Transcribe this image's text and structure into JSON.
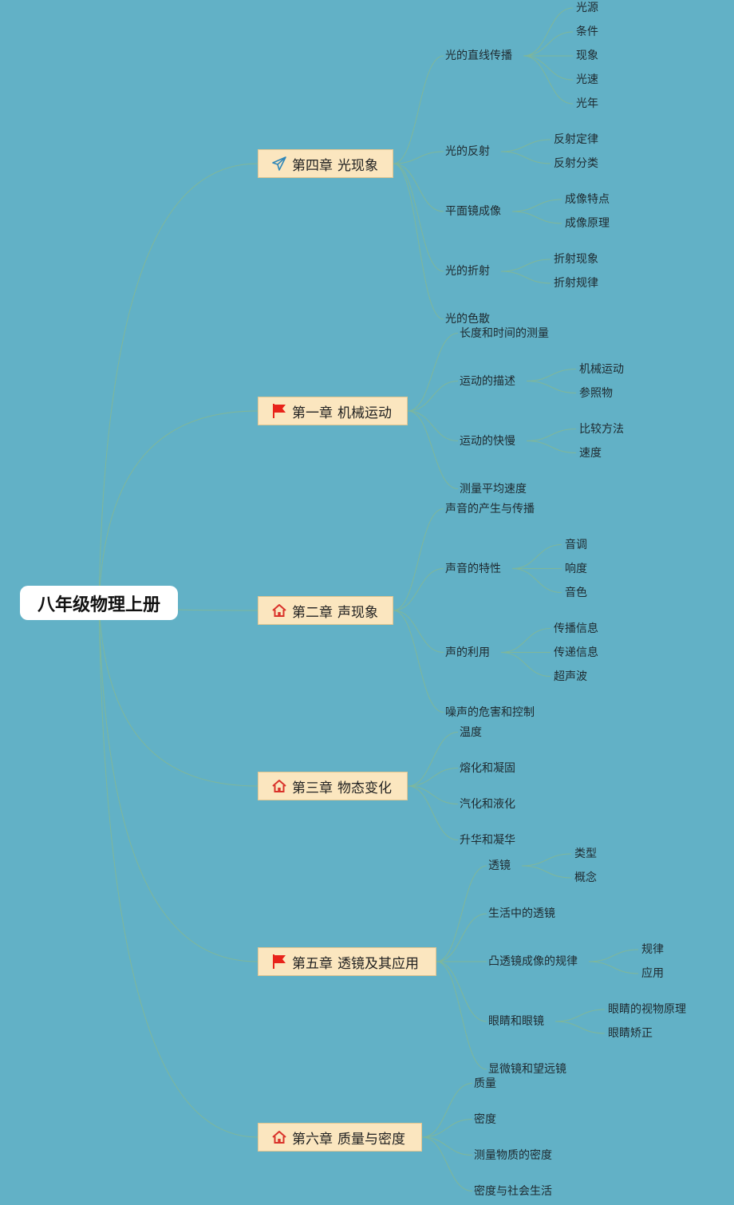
{
  "root": {
    "title": "八年级物理上册"
  },
  "chapters": [
    {
      "icon": "paper-plane-icon",
      "number": "第四章",
      "name": "光现象",
      "topics": [
        {
          "label": "光的直线传播",
          "children": [
            "光源",
            "条件",
            "现象",
            "光速",
            "光年"
          ]
        },
        {
          "label": "光的反射",
          "children": [
            "反射定律",
            "反射分类"
          ]
        },
        {
          "label": "平面镜成像",
          "children": [
            "成像特点",
            "成像原理"
          ]
        },
        {
          "label": "光的折射",
          "children": [
            "折射现象",
            "折射规律"
          ]
        },
        {
          "label": "光的色散",
          "children": []
        }
      ]
    },
    {
      "icon": "red-flag-icon",
      "number": "第一章",
      "name": "机械运动",
      "topics": [
        {
          "label": "长度和时间的测量",
          "children": []
        },
        {
          "label": "运动的描述",
          "children": [
            "机械运动",
            "参照物"
          ]
        },
        {
          "label": "运动的快慢",
          "children": [
            "比较方法",
            "速度"
          ]
        },
        {
          "label": "测量平均速度",
          "children": []
        }
      ]
    },
    {
      "icon": "home-icon",
      "number": "第二章",
      "name": "声现象",
      "topics": [
        {
          "label": "声音的产生与传播",
          "children": []
        },
        {
          "label": "声音的特性",
          "children": [
            "音调",
            "响度",
            "音色"
          ]
        },
        {
          "label": "声的利用",
          "children": [
            "传播信息",
            "传递信息",
            "超声波"
          ]
        },
        {
          "label": "噪声的危害和控制",
          "children": []
        }
      ]
    },
    {
      "icon": "home-icon",
      "number": "第三章",
      "name": "物态变化",
      "topics": [
        {
          "label": "温度",
          "children": []
        },
        {
          "label": "熔化和凝固",
          "children": []
        },
        {
          "label": "汽化和液化",
          "children": []
        },
        {
          "label": "升华和凝华",
          "children": []
        }
      ]
    },
    {
      "icon": "red-flag-icon",
      "number": "第五章",
      "name": "透镜及其应用",
      "topics": [
        {
          "label": "透镜",
          "children": [
            "类型",
            "概念"
          ]
        },
        {
          "label": "生活中的透镜",
          "children": []
        },
        {
          "label": "凸透镜成像的规律",
          "children": [
            "规律",
            "应用"
          ]
        },
        {
          "label": "眼睛和眼镜",
          "children": [
            "眼睛的视物原理",
            "眼睛矫正"
          ]
        },
        {
          "label": "显微镜和望远镜",
          "children": []
        }
      ]
    },
    {
      "icon": "home-icon",
      "number": "第六章",
      "name": "质量与密度",
      "topics": [
        {
          "label": "质量",
          "children": []
        },
        {
          "label": "密度",
          "children": []
        },
        {
          "label": "测量物质的密度",
          "children": []
        },
        {
          "label": "密度与社会生活",
          "children": []
        }
      ]
    }
  ],
  "colors": {
    "background": "#62b1c6",
    "connector": "#7fb79a",
    "chapter_fill": "#fbe6bf",
    "flag": "#e8231a",
    "home": "#d9322a",
    "plane": "#2f86b8"
  }
}
